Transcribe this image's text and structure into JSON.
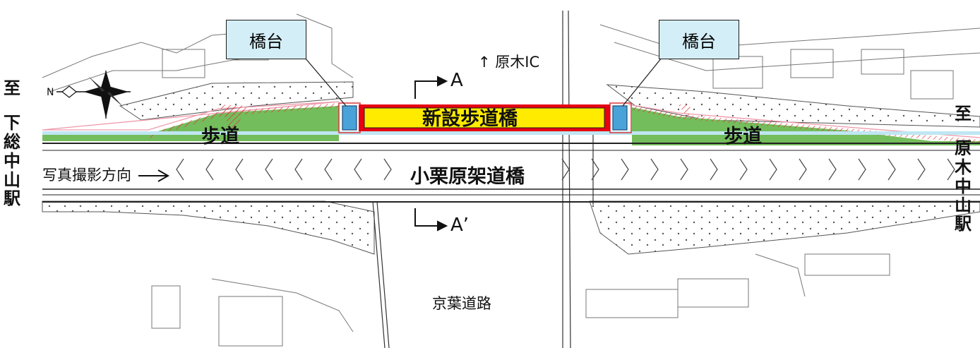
{
  "labels": {
    "abutment_left": "橋台",
    "abutment_right": "橋台",
    "direction_top": "↑ 原木IC",
    "section_a": "A",
    "section_a_prime": "A’",
    "new_bridge": "新設歩道橋",
    "sidewalk_left": "歩道",
    "sidewalk_right": "歩道",
    "overpass": "小栗原架道橋",
    "photo_direction": "写真撮影方向",
    "road_name": "京葉道路",
    "compass_n": "N"
  },
  "left_destination": {
    "to": "至",
    "station": [
      "下",
      "総",
      "中",
      "山",
      "駅"
    ]
  },
  "right_destination": {
    "to": "至",
    "station": [
      "原",
      "木",
      "中",
      "山",
      "駅"
    ]
  },
  "colors": {
    "bridge_fill": "#ffeb00",
    "bridge_border": "#e60012",
    "sidewalk_fill": "#74bd5c",
    "callout_fill": "#d4eef7",
    "abutment_fill": "#4aa3d8",
    "hatch_red": "#d9383a"
  }
}
